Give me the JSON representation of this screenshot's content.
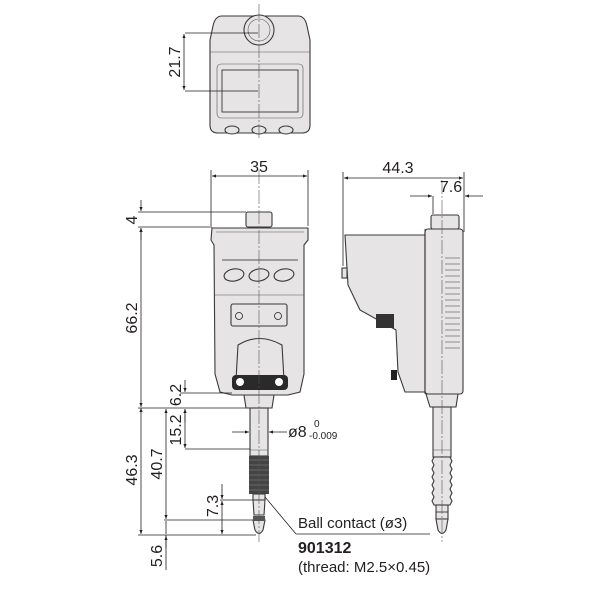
{
  "drawing": {
    "title": "Digital indicator dimension drawing",
    "views": [
      "top-view",
      "front-view",
      "side-view"
    ],
    "dimensions": {
      "top_height": "21.7",
      "front_width": "35",
      "side_depth": "44.3",
      "side_back": "7.6",
      "top_cap": "4",
      "body_height": "66.2",
      "stem_collar": "6.2",
      "stem_length": "15.2",
      "stem_diameter": "ø8",
      "stem_tol_upper": "0",
      "stem_tol_lower": "-0.009",
      "spindle_total": "40.7",
      "overall_lower": "46.3",
      "contact_length": "7.3",
      "contact_tip": "5.6"
    },
    "callout": {
      "label": "Ball contact (ø3)",
      "part_number": "901312",
      "thread": "(thread: M2.5×0.45)"
    },
    "colors": {
      "body_fill": "#e6e4e4",
      "outline": "#3a3a3a",
      "text": "#231f20"
    }
  }
}
